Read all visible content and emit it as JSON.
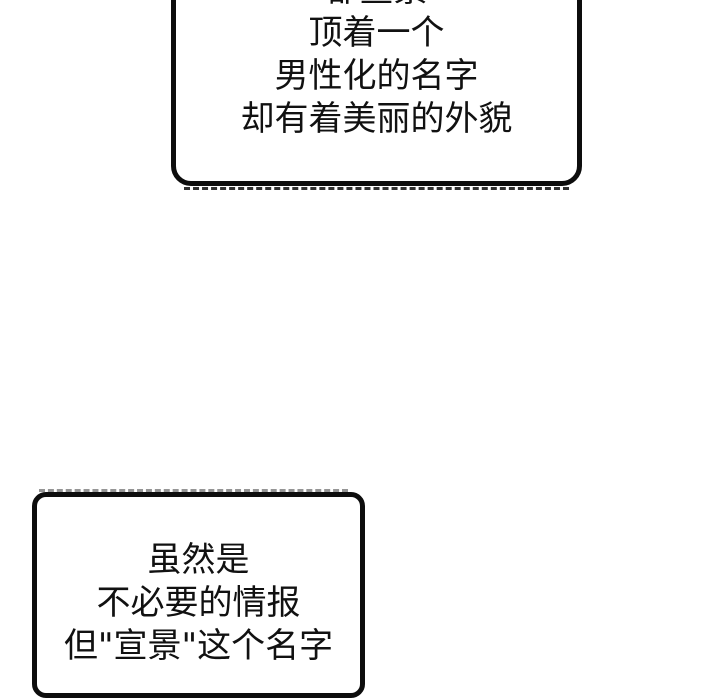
{
  "panel": {
    "type": "comic-panel",
    "background_color": "#ffffff",
    "ink_color": "#0d0d0d",
    "text_color": "#111111"
  },
  "bubbles": [
    {
      "id": "top-bubble",
      "clipped": "top edge of frame cuts off first line",
      "lines": [
        "都宣景",
        "顶着一个",
        "男性化的名字",
        "却有着美丽的外貌"
      ]
    },
    {
      "id": "bottom-bubble",
      "clipped": "none",
      "lines": [
        "虽然是",
        "不必要的情报",
        "但\"宣景\"这个名字"
      ]
    }
  ]
}
